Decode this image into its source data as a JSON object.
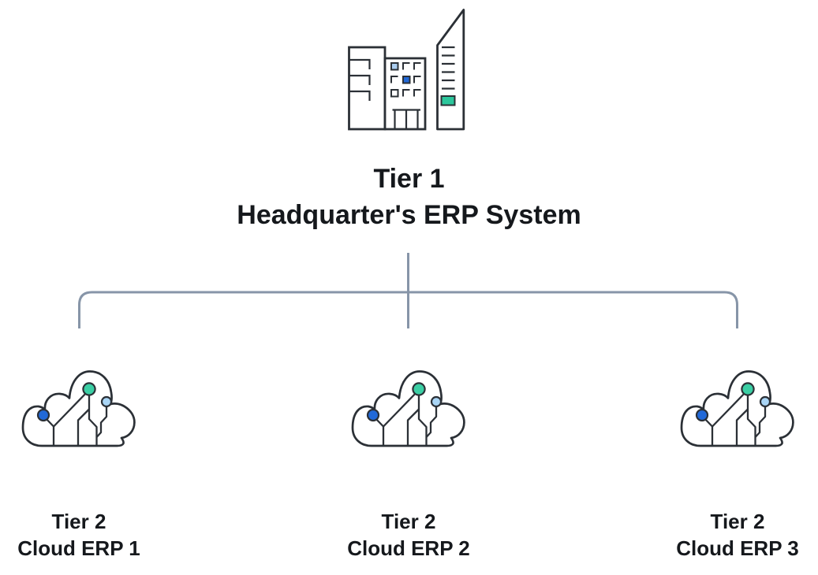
{
  "diagram": {
    "root": {
      "tier": "Tier 1",
      "name": "Headquarter's ERP System"
    },
    "children": [
      {
        "tier": "Tier 2",
        "name": "Cloud ERP 1"
      },
      {
        "tier": "Tier 2",
        "name": "Cloud ERP 2"
      },
      {
        "tier": "Tier 2",
        "name": "Cloud ERP 3"
      }
    ]
  },
  "icons": {
    "root_icon": "headquarters-building-icon",
    "child_icon": "cloud-erp-circuit-icon"
  },
  "colors": {
    "outline": "#2b3036",
    "connector": "#8795a8",
    "blue": "#2169d8",
    "teal": "#3bcfa4",
    "teal_block": "#2cc79c",
    "light_blue": "#a9d5f5",
    "window_light_blue": "#abcef0",
    "text": "#15181c",
    "background": "#ffffff"
  }
}
